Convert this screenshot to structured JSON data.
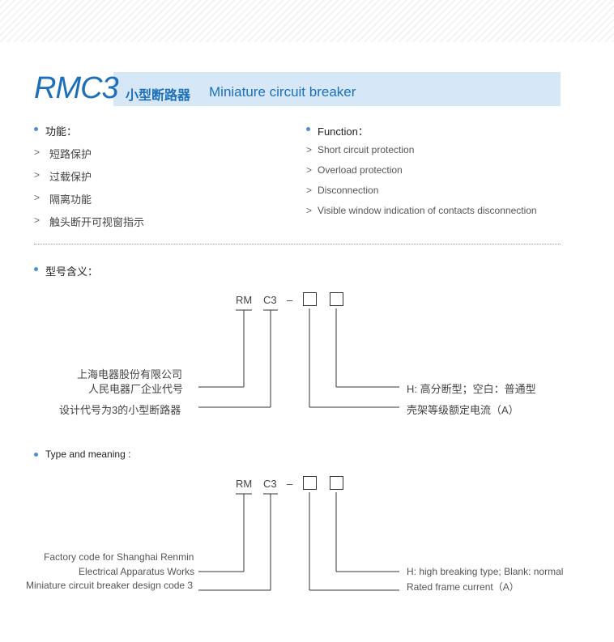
{
  "header": {
    "model": "RMC3",
    "title_cn": "小型断路器",
    "title_en": "Miniature circuit breaker"
  },
  "function_cn": {
    "heading": "功能：",
    "items": [
      "短路保护",
      "过载保护",
      "隔离功能",
      "触头断开可视窗指示"
    ]
  },
  "function_en": {
    "heading": "Function：",
    "items": [
      "Short circuit protection",
      "Overload protection",
      "Disconnection",
      "Visible window indication of contacts disconnection"
    ]
  },
  "arrow": ">",
  "meaning_cn": {
    "heading": "型号含义：",
    "code_rm": "RM",
    "code_c3": "C3",
    "code_dash": "–",
    "left_labels": [
      "上海电器股份有限公司",
      "人民电器厂企业代号",
      "设计代号为3的小型断路器"
    ],
    "right_labels": [
      "H: 高分断型；空白：普通型",
      "壳架等级额定电流（A）"
    ]
  },
  "meaning_en": {
    "heading": "Type and meaning :",
    "code_rm": "RM",
    "code_c3": "C3",
    "code_dash": "–",
    "left_labels": [
      "Factory code for Shanghai Renmin",
      "Electrical Apparatus Works",
      "Miniature circuit breaker design code 3"
    ],
    "right_labels": [
      "H: high breaking type; Blank: normal",
      "Rated frame current（A）"
    ]
  }
}
